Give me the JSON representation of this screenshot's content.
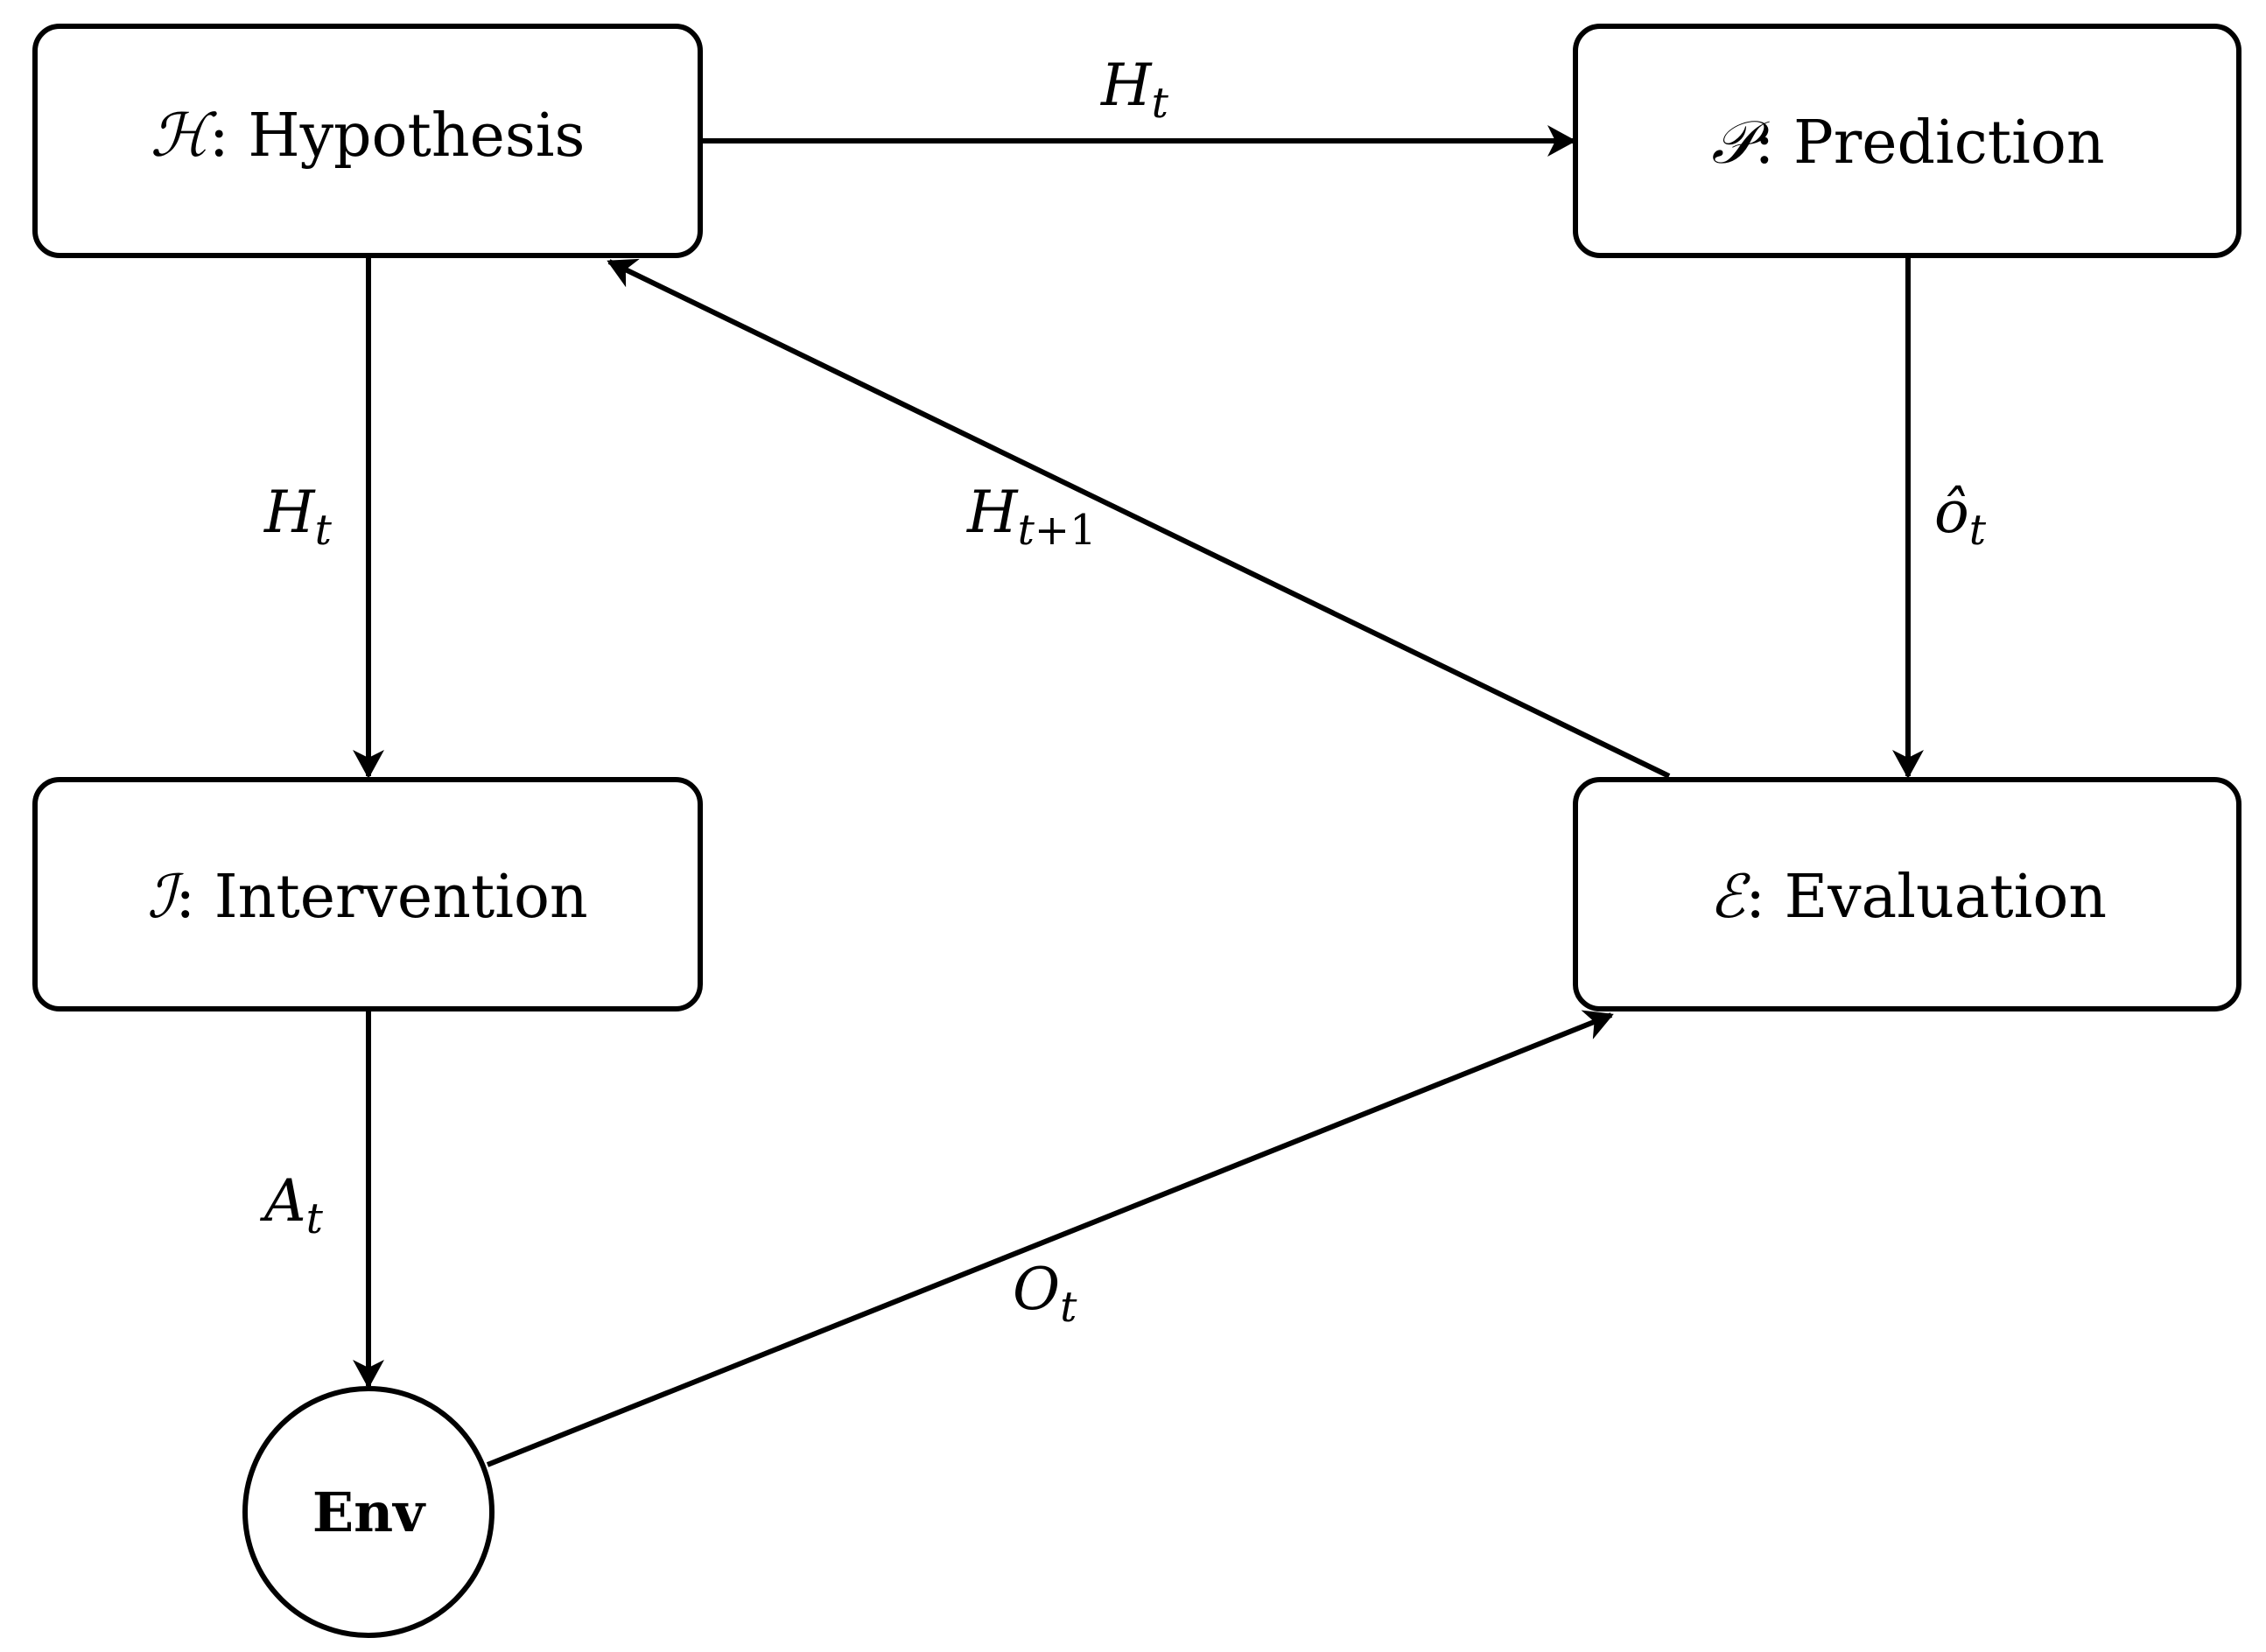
{
  "nodes": {
    "hypothesis": {
      "symbol": "ℋ",
      "separator": ": ",
      "label": "Hypothesis"
    },
    "prediction": {
      "symbol": "𝒫",
      "separator": ": ",
      "label": "Prediction"
    },
    "intervention": {
      "symbol": "ℐ",
      "separator": ": ",
      "label": "Intervention"
    },
    "evaluation": {
      "symbol": "ℰ",
      "separator": ": ",
      "label": "Evaluation"
    },
    "env": {
      "label": "Env"
    }
  },
  "edges": {
    "hyp_to_pred": {
      "main": "H",
      "sub": "t"
    },
    "hyp_to_int": {
      "main": "H",
      "sub": "t"
    },
    "pred_to_eval": {
      "main": "ô",
      "sub": "t"
    },
    "eval_to_hyp": {
      "main": "H",
      "sub": "t",
      "sub_op": "+1"
    },
    "int_to_env": {
      "main": "A",
      "sub": "t"
    },
    "env_to_eval": {
      "main": "O",
      "sub": "t"
    }
  }
}
